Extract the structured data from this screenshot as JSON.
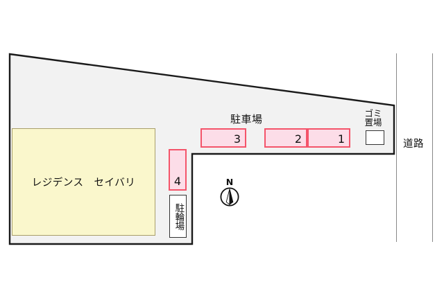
{
  "site": {
    "building": {
      "name": "レジデンス　セイバリ",
      "fill_color": "#faf7cc",
      "border_color": "#a89e6a"
    },
    "parking": {
      "title": "駐車場",
      "stall_fill_color": "#fcdde8",
      "stall_border_color": "#f4546a",
      "stalls": [
        {
          "number": "3"
        },
        {
          "number": "2"
        },
        {
          "number": "1"
        },
        {
          "number": "4"
        }
      ]
    },
    "bicycle_parking": {
      "label": "駐輪場"
    },
    "garbage_area": {
      "label": "ゴミ置場"
    },
    "road": {
      "label": "道路"
    },
    "compass": {
      "letter": "N",
      "icon": "north-arrow-icon"
    },
    "outline_color": "#1a1a1a",
    "ground_fill_color": "#f2f2f2"
  }
}
